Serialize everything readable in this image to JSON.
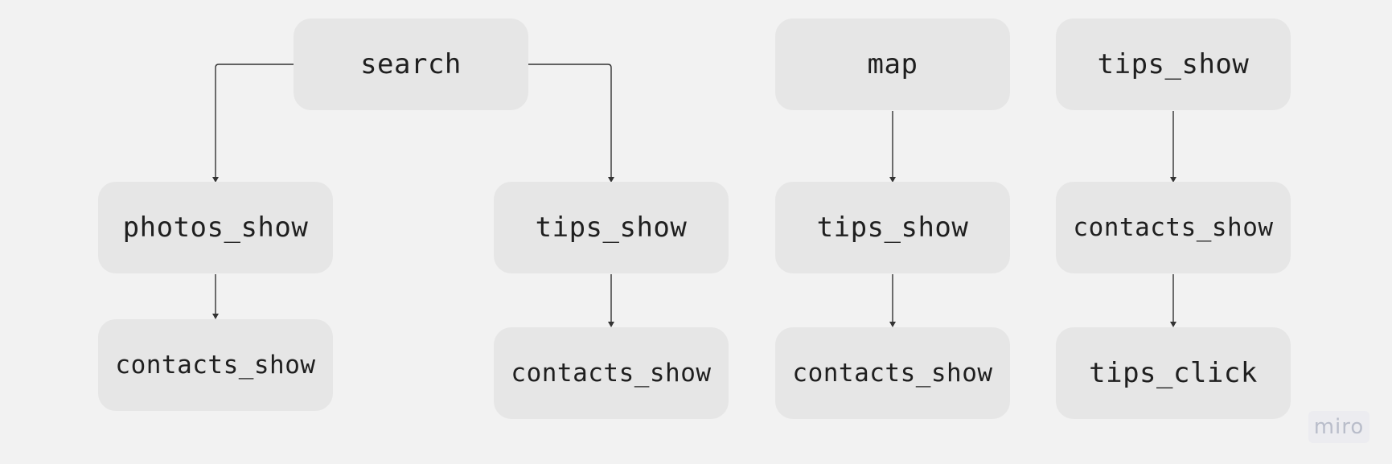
{
  "diagram": {
    "nodes": [
      {
        "id": "search",
        "label": "search"
      },
      {
        "id": "photos_show",
        "label": "photos_show"
      },
      {
        "id": "contacts_show_1",
        "label": "contacts_show"
      },
      {
        "id": "tips_show_1",
        "label": "tips_show"
      },
      {
        "id": "contacts_show_2",
        "label": "contacts_show"
      },
      {
        "id": "map",
        "label": "map"
      },
      {
        "id": "tips_show_2",
        "label": "tips_show"
      },
      {
        "id": "contacts_show_3",
        "label": "contacts_show"
      },
      {
        "id": "tips_show_3",
        "label": "tips_show"
      },
      {
        "id": "contacts_show_4",
        "label": "contacts_show"
      },
      {
        "id": "tips_click",
        "label": "tips_click"
      }
    ],
    "edges": [
      {
        "from": "search",
        "to": "photos_show"
      },
      {
        "from": "search",
        "to": "tips_show_1"
      },
      {
        "from": "photos_show",
        "to": "contacts_show_1"
      },
      {
        "from": "tips_show_1",
        "to": "contacts_show_2"
      },
      {
        "from": "map",
        "to": "tips_show_2"
      },
      {
        "from": "tips_show_2",
        "to": "contacts_show_3"
      },
      {
        "from": "tips_show_3",
        "to": "contacts_show_4"
      },
      {
        "from": "contacts_show_4",
        "to": "tips_click"
      }
    ],
    "colors": {
      "background": "#f2f2f2",
      "node_fill": "#e6e6e6",
      "edge": "#333333",
      "text": "#1f1f1f"
    }
  },
  "branding": {
    "logo_text": "miro"
  }
}
